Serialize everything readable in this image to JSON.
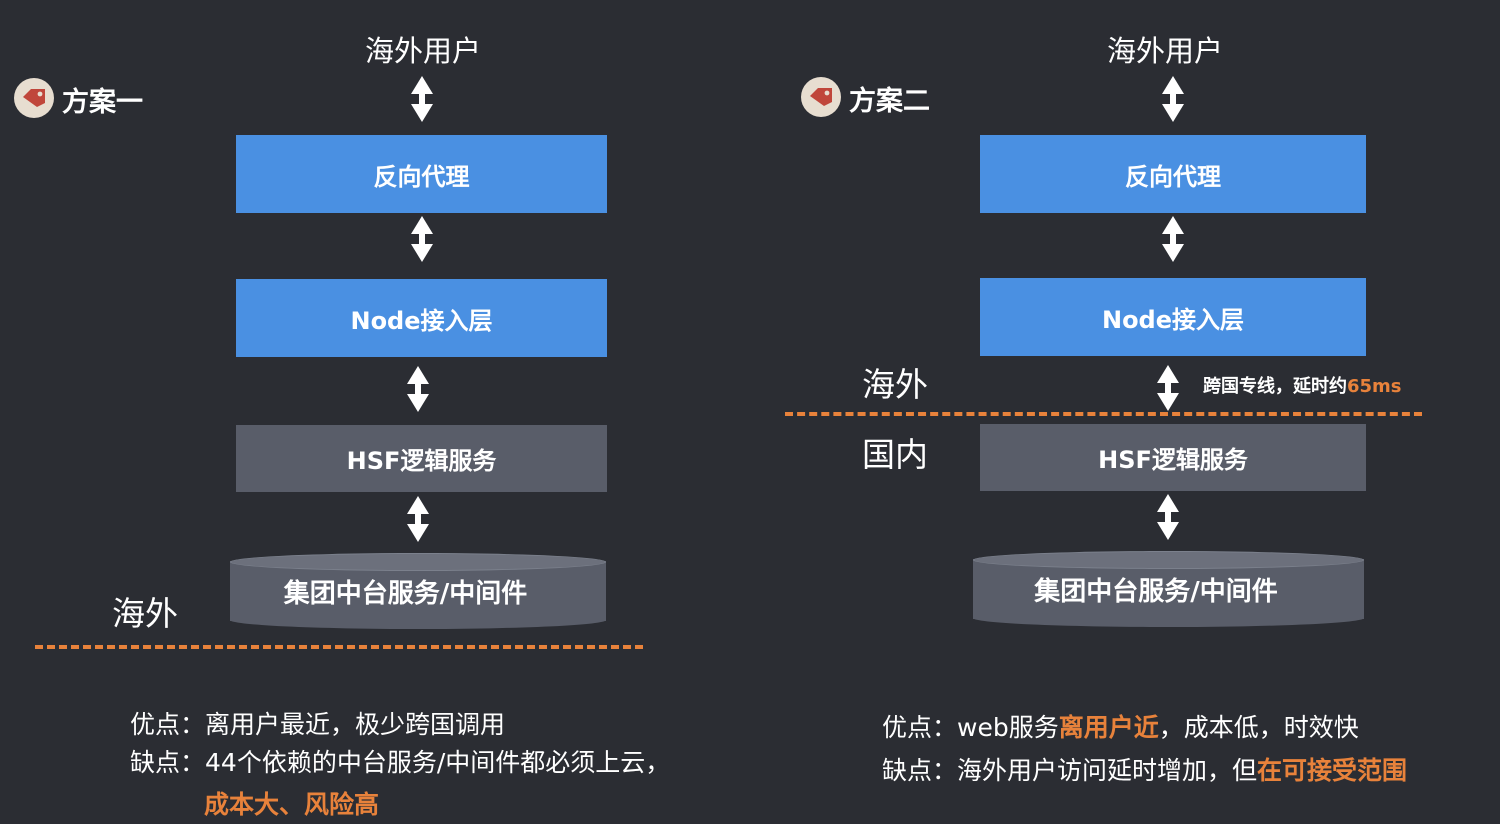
{
  "colors": {
    "background": "#2b2d33",
    "blue_box": "#4a90e2",
    "gray_box": "#595d69",
    "accent": "#e8823b"
  },
  "icons": {
    "plan_badge": "price-tag-icon",
    "arrow": "double-arrow-icon"
  },
  "plan1": {
    "label": "方案一",
    "user": "海外用户",
    "proxy": "反向代理",
    "node": "Node接入层",
    "hsf": "HSF逻辑服务",
    "middleware": "集团中台服务/中间件",
    "region_overseas": "海外",
    "pros_prefix": "优点：",
    "pros_text": "离用户最近，极少跨国调用",
    "cons_prefix": "缺点：",
    "cons_text": "44个依赖的中台服务/中间件都必须上云，",
    "cons_highlight": "成本大、风险高"
  },
  "plan2": {
    "label": "方案二",
    "user": "海外用户",
    "proxy": "反向代理",
    "node": "Node接入层",
    "hsf": "HSF逻辑服务",
    "middleware": "集团中台服务/中间件",
    "region_overseas": "海外",
    "region_domestic": "国内",
    "link_note_prefix": "跨国专线，延时约",
    "link_note_value": "65ms",
    "pros_prefix": "优点：",
    "pros_text_a": "web服务",
    "pros_highlight": "离用户近",
    "pros_text_b": "，成本低，时效快",
    "cons_prefix": "缺点：",
    "cons_text": "海外用户访问延时增加，但",
    "cons_highlight": "在可接受范围"
  }
}
